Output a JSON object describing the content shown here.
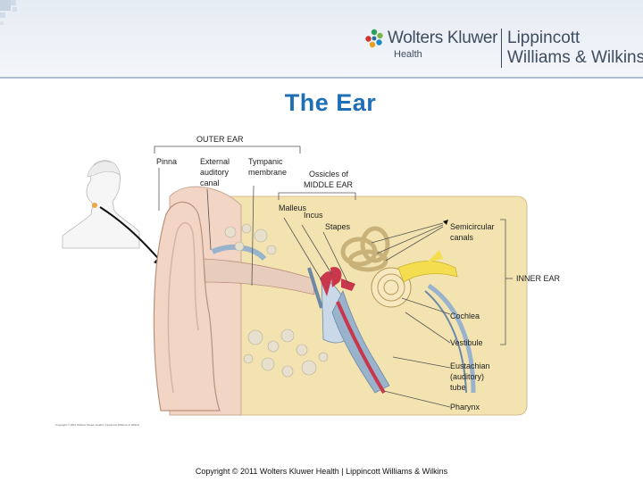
{
  "header": {
    "logo_company": "Wolters Kluwer",
    "logo_division": "Health",
    "logo_publisher_line1": "Lippincott",
    "logo_publisher_line2": "Williams & Wilkins",
    "logo_icon": "wolters-kluwer-mark-icon"
  },
  "slide": {
    "title": "The Ear"
  },
  "diagram": {
    "group_outer": "OUTER EAR",
    "pinna": "Pinna",
    "canal_1": "External",
    "canal_2": "auditory",
    "canal_3": "canal",
    "tympanic_1": "Tympanic",
    "tympanic_2": "membrane",
    "ossicles_1": "Ossicles of",
    "ossicles_2": "MIDDLE EAR",
    "malleus": "Malleus",
    "incus": "Incus",
    "stapes": "Stapes",
    "semicircular_1": "Semicircular",
    "semicircular_2": "canals",
    "group_inner": "INNER EAR",
    "cochlea": "Cochlea",
    "vestibule": "Vestibule",
    "eustachian_1": "Eustachian",
    "eustachian_2": "(auditory)",
    "eustachian_3": "tube",
    "pharynx": "Pharynx",
    "figure_copyright": "Copyright © 2011 Wolters Kluwer Health | Lippincott Williams & Wilkins"
  },
  "footer": {
    "copyright": "Copyright © 2011 Wolters Kluwer Health | Lippincott Williams & Wilkins"
  },
  "colors": {
    "title": "#1f6fb5",
    "header_bg": "#e6ecf4",
    "bone": "#f3e3b0",
    "skin": "#f2d5c4",
    "ossicle": "#c8374b",
    "nerve": "#f4de50",
    "canal_blue": "#9ab3cc"
  }
}
